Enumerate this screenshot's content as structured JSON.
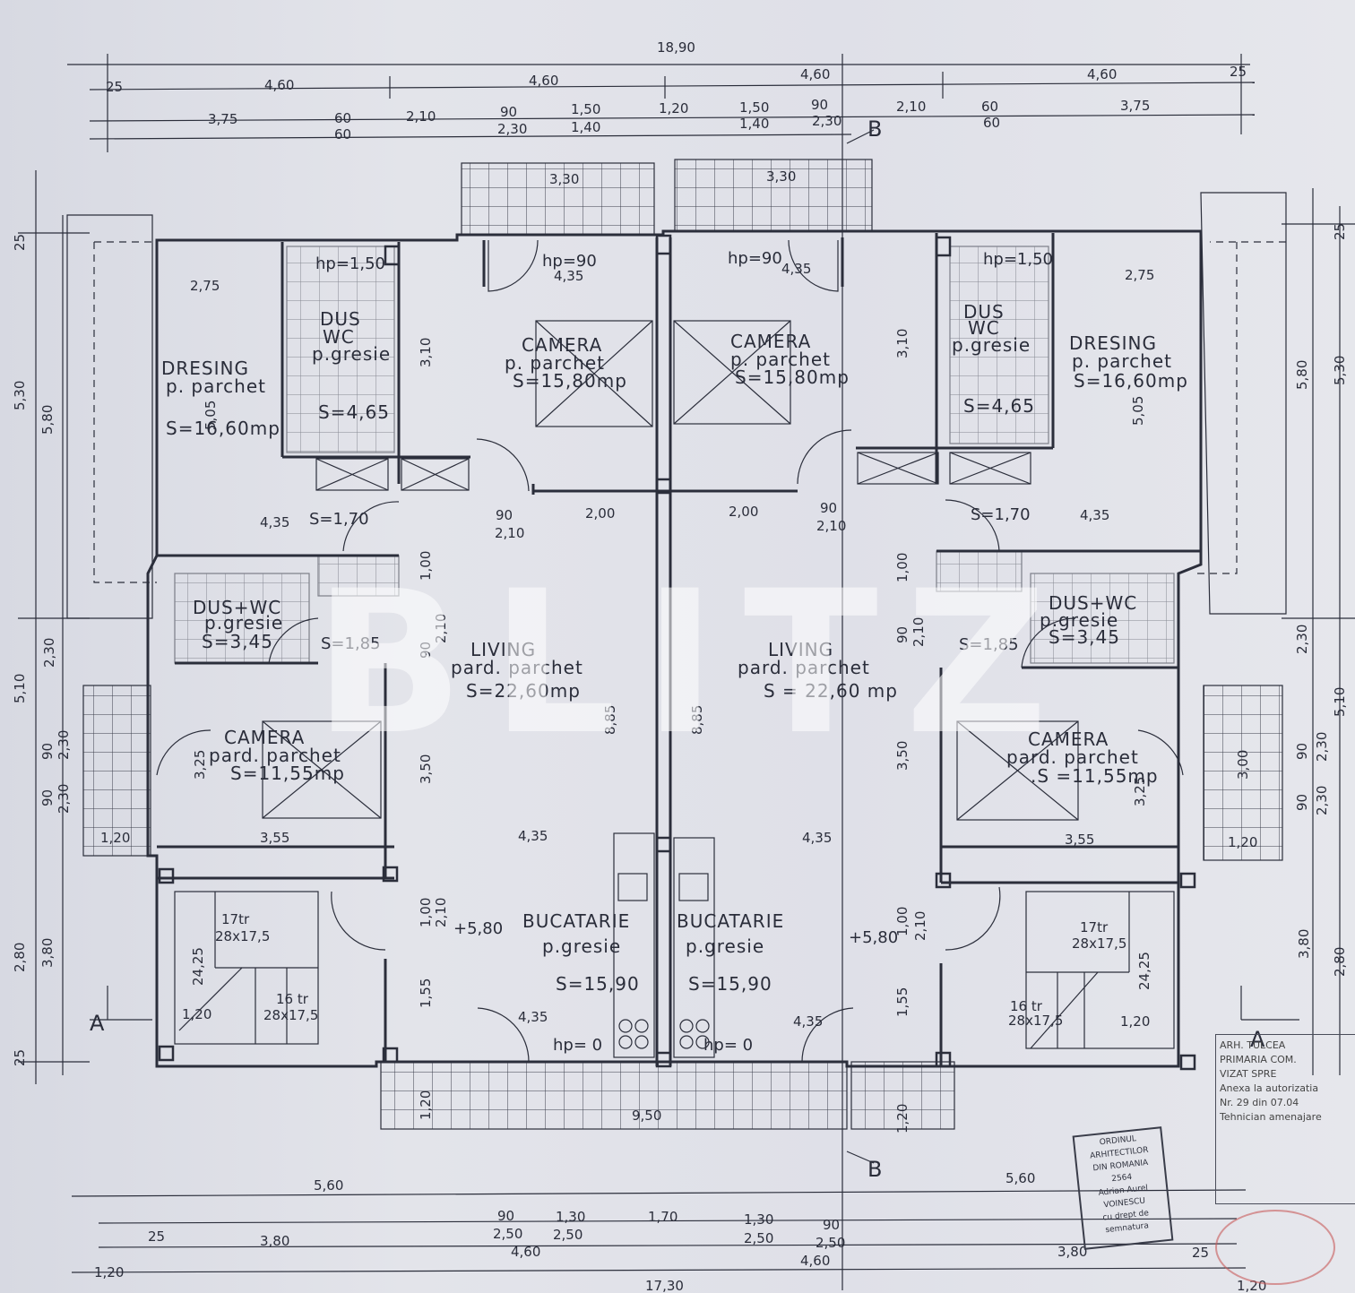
{
  "watermark": "BLITZ",
  "rooms": {
    "dresing_left": {
      "name": "DRESING",
      "floor": "p. parchet",
      "area": "S=16,60mp"
    },
    "dresing_right": {
      "name": "DRESING",
      "floor": "p. parchet",
      "area": "S=16,60mp"
    },
    "bath_left": {
      "name": "DUS",
      "wc": "WC",
      "floor": "p.gresie",
      "area": "S=4,65"
    },
    "bath_right": {
      "name": "DUS",
      "wc": "WC",
      "floor": "p.gresie",
      "area": "S=4,65"
    },
    "camera_top_left": {
      "name": "CAMERA",
      "floor": "p. parchet",
      "area": "S=15,80mp"
    },
    "camera_top_right": {
      "name": "CAMERA",
      "floor": "p. parchet",
      "area": "S=15,80mp"
    },
    "wc_left": {
      "name": "DUS+WC",
      "floor": "p.gresie",
      "area": "S=3,45"
    },
    "wc_right": {
      "name": "DUS+WC",
      "floor": "p.gresie",
      "area": "S=3,45"
    },
    "living_left": {
      "name": "LIVING",
      "floor": "pard. parchet",
      "area": "S=22,60mp"
    },
    "living_right": {
      "name": "LIVING",
      "floor": "pard. parchet",
      "area": "S = 22,60 mp"
    },
    "camera_left": {
      "name": "CAMERA",
      "floor": "pard. parchet",
      "area": "S=11,55mp"
    },
    "camera_right": {
      "name": "CAMERA",
      "floor": "pard. parchet",
      "area": ".S =11,55mp"
    },
    "bucatarie_left": {
      "name": "BUCATARIE",
      "floor": "p.gresie",
      "area": "S=15,90"
    },
    "bucatarie_right": {
      "name": "BUCATARIE",
      "floor": "p.gresie",
      "area": "S=15,90"
    }
  },
  "misc": {
    "hall_left": "S=1,70",
    "hall_right": "S=1,70",
    "hall2_left": "S=1,85",
    "hall2_right": "S=1,85",
    "hp150": "hp=1,50",
    "hp90": "hp=90",
    "hp0": "hp= 0",
    "level": "+5,80",
    "stair_17tr": "17tr",
    "stair_16tr": "16 tr",
    "stair_size": "28x17,5",
    "section_a": "A",
    "section_b": "B"
  },
  "dims": {
    "overall_top": "18,90",
    "overall_bottom": "17,30",
    "d25": "25",
    "d460": "4,60",
    "d375": "3,75",
    "d60": "60",
    "d210": "2,10",
    "d90": "90",
    "d230": "2,30",
    "d150": "1,50",
    "d140": "1,40",
    "d120": "1,20",
    "d330": "3,30",
    "d435": "4,35",
    "d275": "2,75",
    "d200": "2,00",
    "d355": "3,55",
    "d950": "9,50",
    "d560": "5,60",
    "d380": "3,80",
    "d250": "2,50",
    "d130": "1,30",
    "d170": "1,70",
    "d530": "5,30",
    "d580": "5,80",
    "d510": "5,10",
    "d280": "2,80",
    "d310": "3,10",
    "d505": "5,05",
    "d350": "3,50",
    "d885": "8,85",
    "d300": "3,00",
    "d325": "3,25",
    "d2425": "24,25",
    "d100": "1,00",
    "d155": "1,55"
  },
  "stamps": {
    "approval": {
      "line1": "ARH. TULCEA",
      "line2": "PRIMARIA COM.",
      "line3": "VIZAT SPRE",
      "line4": "Anexa la autorizatia",
      "line5": "Nr. 29 din 07.04",
      "line6": "Tehnician amenajare"
    },
    "architect": {
      "line1": "ORDINUL ARHITECTILOR",
      "line2": "DIN ROMANIA",
      "line3": "2564",
      "line4": "Adrian Aurel",
      "line5": "VOINESCU",
      "line6": "cu drept de semnatura"
    }
  }
}
